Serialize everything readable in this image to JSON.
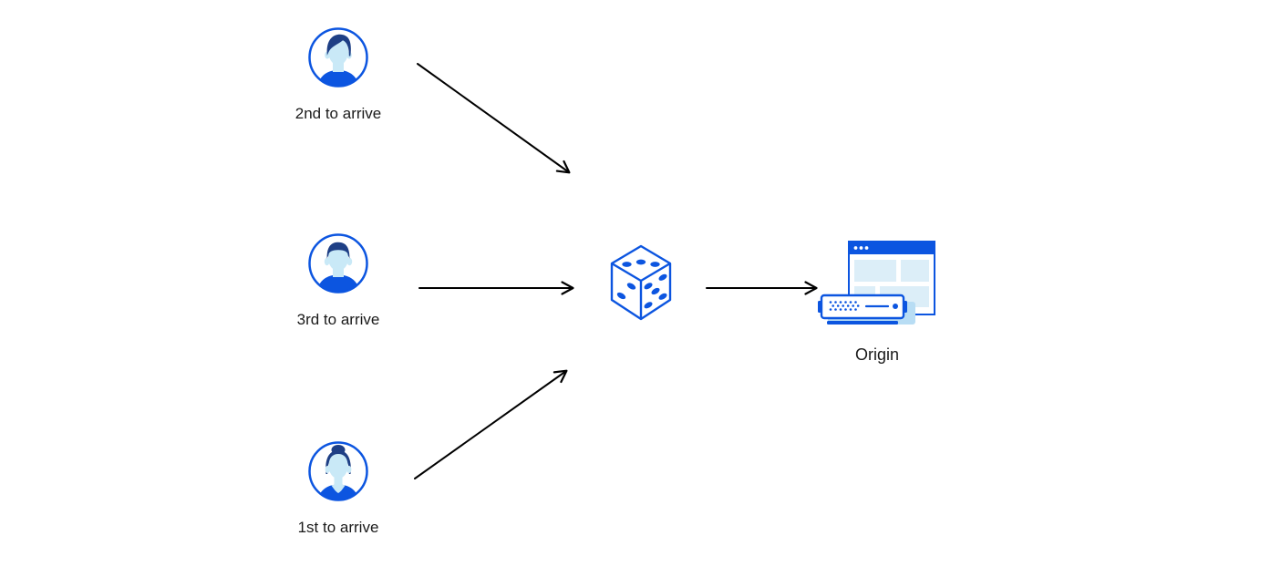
{
  "actors": [
    {
      "label": "2nd to arrive",
      "avatar": "man-swoopy-hair"
    },
    {
      "label": "3rd to arrive",
      "avatar": "man-short-hair"
    },
    {
      "label": "1st to arrive",
      "avatar": "woman-hair-bun"
    }
  ],
  "selector": {
    "icon": "dice",
    "pips_visible": [
      3,
      2,
      5
    ]
  },
  "origin": {
    "label": "Origin",
    "icon": "origin-server-browser"
  },
  "colors": {
    "primary_blue": "#0c55e0",
    "dark_navy": "#1e3f85",
    "face_blue": "#c9e9f7",
    "pale_blue": "#dceef8",
    "shadow_blue": "#b8ddf4",
    "arrow": "#000000",
    "text": "#1a1a1a",
    "background": "#ffffff"
  }
}
